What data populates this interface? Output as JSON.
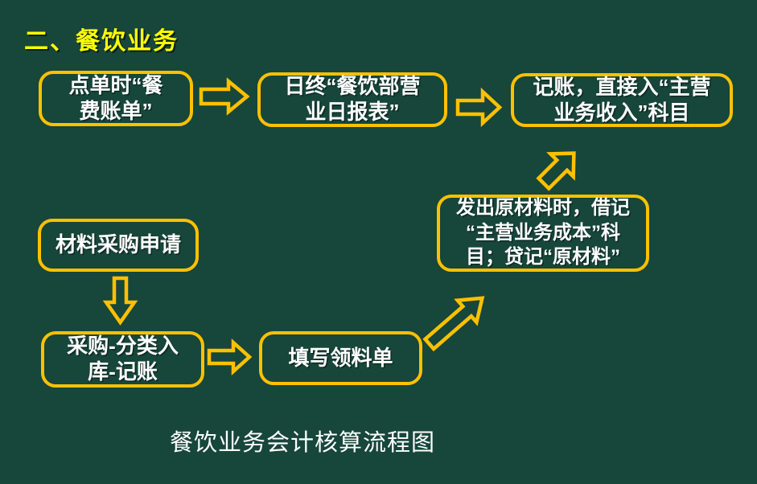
{
  "slide": {
    "title": "二、餐饮业务",
    "caption": "餐饮业务会计核算流程图"
  },
  "colors": {
    "bg": "#17463A",
    "accent": "#FFC000",
    "title": "#FFFF00",
    "text": "#FFFFFF"
  },
  "flowchart": {
    "boxes": [
      {
        "id": "order-bill",
        "label": "点单时“餐\n费账单”"
      },
      {
        "id": "daily-report",
        "label": "日终“餐饮部营\n业日报表”"
      },
      {
        "id": "revenue-entry",
        "label": "记账，直接入“主营\n业务收入”科目"
      },
      {
        "id": "purchase-request",
        "label": "材料采购申请"
      },
      {
        "id": "issue-materials",
        "label": "发出原材料时，借记\n“主营业务成本”科\n目；贷记“原材料”"
      },
      {
        "id": "purchase-storage",
        "label": "采购-分类入\n库-记账"
      },
      {
        "id": "requisition-form",
        "label": "填写领料单"
      }
    ],
    "connections": [
      {
        "from": "order-bill",
        "to": "daily-report",
        "direction": "right"
      },
      {
        "from": "daily-report",
        "to": "revenue-entry",
        "direction": "right"
      },
      {
        "from": "issue-materials",
        "to": "revenue-entry",
        "direction": "up-right"
      },
      {
        "from": "purchase-request",
        "to": "purchase-storage",
        "direction": "down"
      },
      {
        "from": "purchase-storage",
        "to": "requisition-form",
        "direction": "right"
      },
      {
        "from": "requisition-form",
        "to": "issue-materials",
        "direction": "up-right"
      }
    ]
  }
}
